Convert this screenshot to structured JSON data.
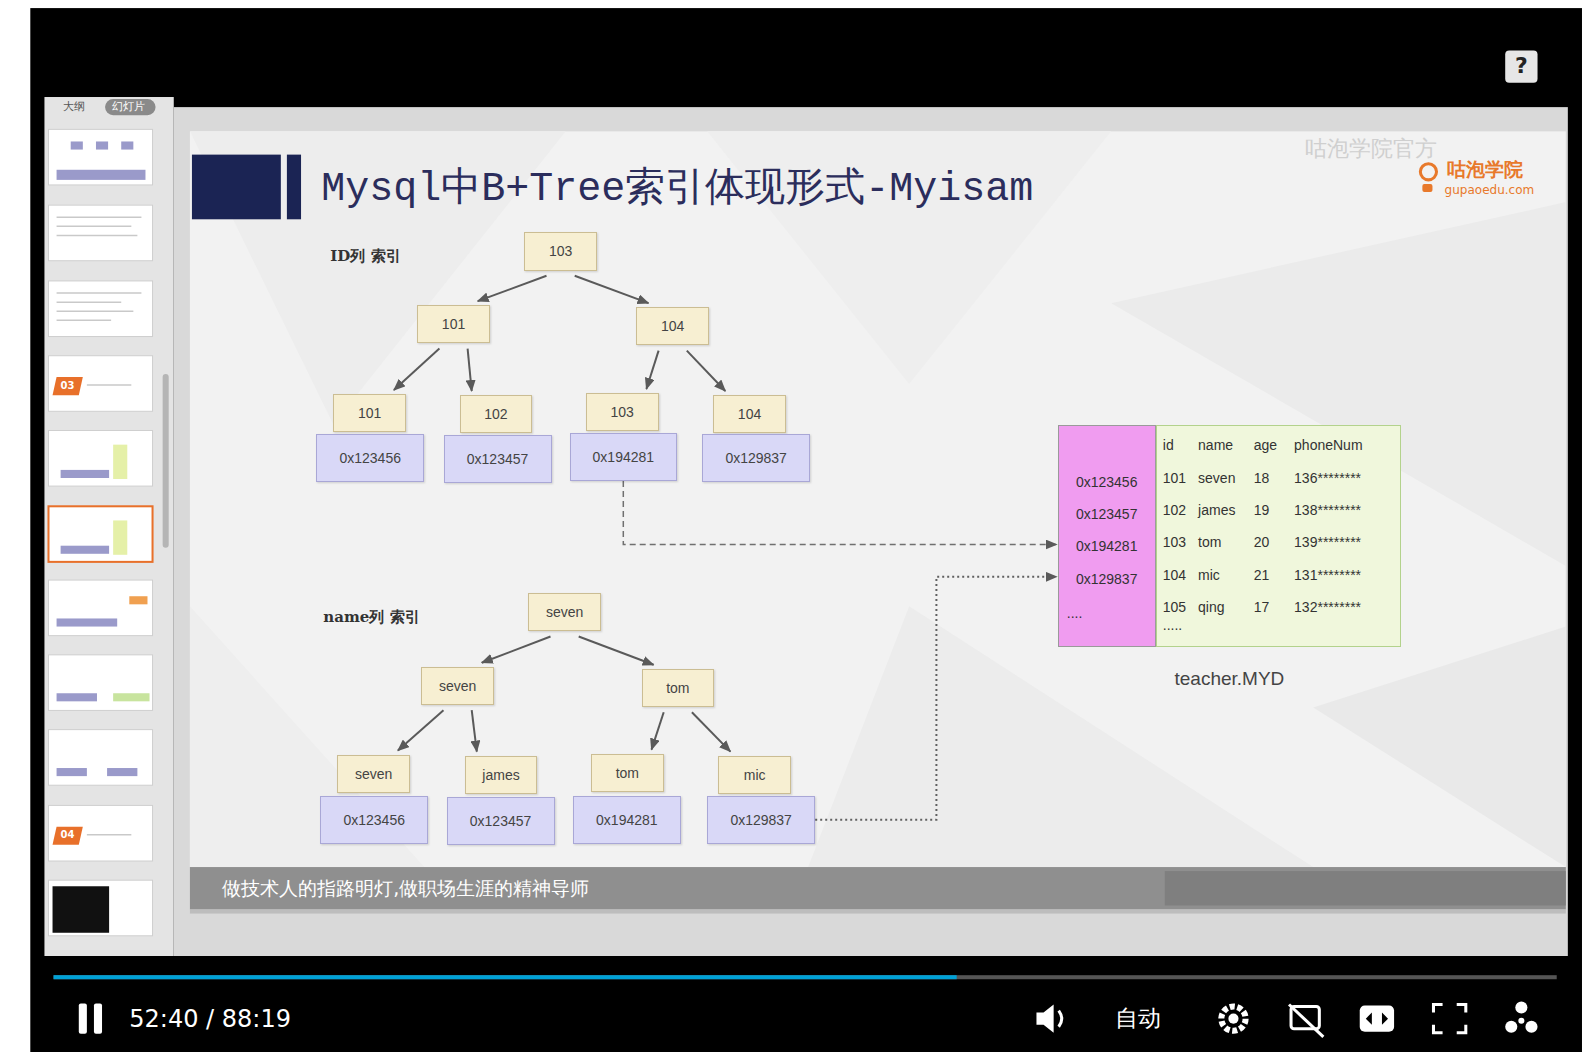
{
  "diagram": {
    "title": "Mysql中B+Tree索引体现形式-Myisam",
    "nodes": [
      {
        "text": [
          "103"
        ]
      },
      {
        "text": [
          "101"
        ]
      },
      {
        "text": [
          "104"
        ]
      },
      {
        "text": [
          "101"
        ]
      },
      {
        "text": [
          "102"
        ]
      },
      {
        "text": [
          "103"
        ]
      },
      {
        "text": [
          "104"
        ]
      },
      {
        "text": [
          "0x123456"
        ]
      },
      {
        "text": [
          "0x123457"
        ]
      },
      {
        "text": [
          "0x194281"
        ]
      },
      {
        "text": [
          "0x129837"
        ]
      },
      {
        "text": [
          "teacher.MYD"
        ]
      },
      {
        "text": [
          "0x123456",
          "0x123457",
          "0x194281",
          "0x129837",
          "...."
        ],
        "in": 11
      },
      {
        "text": [
          "id",
          "name",
          "age",
          "phoneNum",
          "101",
          "seven",
          "18",
          "136********",
          "102",
          "james",
          "19",
          "138********",
          "103",
          "tom",
          "20",
          "139********",
          "104",
          "mic",
          "21",
          "131********",
          "105",
          "qing",
          "17",
          "132********",
          "....."
        ],
        "in": 11
      },
      {
        "text": [
          "seven"
        ]
      },
      {
        "text": [
          "seven"
        ]
      },
      {
        "text": [
          "tom"
        ]
      },
      {
        "text": [
          "seven"
        ]
      },
      {
        "text": [
          "james"
        ]
      },
      {
        "text": [
          "tom"
        ]
      },
      {
        "text": [
          "mic"
        ]
      },
      {
        "text": [
          "0x123456"
        ]
      },
      {
        "text": [
          "0x123457"
        ]
      },
      {
        "text": [
          "0x194281"
        ]
      },
      {
        "text": [
          "0x129837"
        ]
      }
    ],
    "edges": [
      {
        "from": 0,
        "to": 1,
        "arrow": "to"
      },
      {
        "from": 0,
        "to": 2,
        "arrow": "to"
      },
      {
        "from": 1,
        "to": 3,
        "arrow": "to"
      },
      {
        "from": 1,
        "to": 4,
        "arrow": "to"
      },
      {
        "from": 2,
        "to": 5,
        "arrow": "to"
      },
      {
        "from": 2,
        "to": 6,
        "arrow": "to"
      },
      {
        "from": 9,
        "to": 12,
        "arrow": "to"
      },
      {
        "from": 14,
        "to": 15,
        "arrow": "to"
      },
      {
        "from": 14,
        "to": 16,
        "arrow": "to"
      },
      {
        "from": 15,
        "to": 17,
        "arrow": "to"
      },
      {
        "from": 15,
        "to": 18,
        "arrow": "to"
      },
      {
        "from": 16,
        "to": 19,
        "arrow": "to"
      },
      {
        "from": 16,
        "to": 20,
        "arrow": "to"
      },
      {
        "from": 24,
        "to": 12,
        "arrow": "to"
      }
    ],
    "labels": [
      "大纲",
      "幻灯片",
      "03",
      "04",
      "?",
      "咕泡学院官方",
      "咕泡学院",
      "gupaoedu.com",
      "ID列 索引",
      "name列 索引",
      "做技术人的指路明灯,做职场生涯的精神导师",
      "52:40 / 88:19",
      "自动"
    ]
  }
}
